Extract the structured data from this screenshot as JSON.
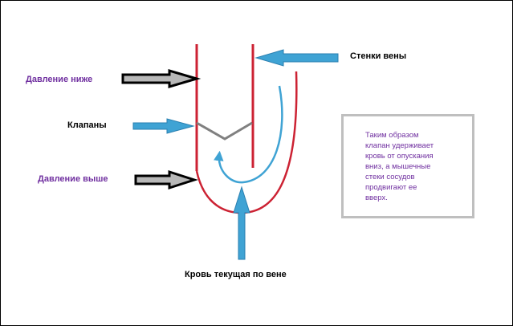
{
  "labels": {
    "pressure_lower": "Давление ниже",
    "valves": "Клапаны",
    "pressure_higher": "Давление выше",
    "vein_walls": "Стенки вены",
    "blood_flow": "Кровь текущая по вене"
  },
  "note": {
    "text": "Таким образом\nклапан удерживает\nкровь от опускания\nвниз, а мышечные\nстеки сосудов\nпродвигают ее\nвверх."
  },
  "colors": {
    "purple_text": "#7030a0",
    "black_text": "#000000",
    "vein_wall": "#cc2233",
    "valve": "#808080",
    "blue_arrow": "#3fa3d4",
    "black_arrow": "#000000",
    "note_border": "#bfbfbf"
  }
}
